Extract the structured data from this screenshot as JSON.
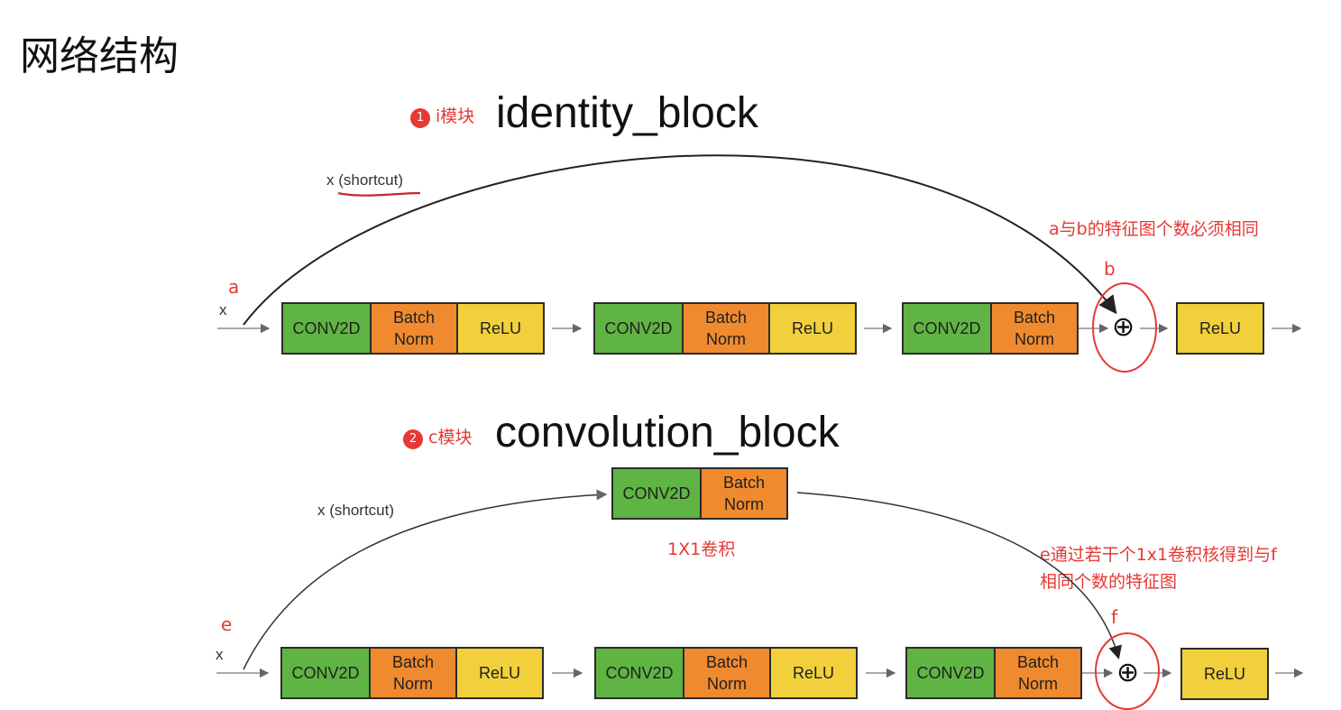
{
  "page_title": "网络结构",
  "identity": {
    "badge": "1",
    "tag": "i模块",
    "title": "identity_block",
    "shortcut_label": "x (shortcut)",
    "input_x": "x",
    "input_letter": "a",
    "note": "a与b的特征图个数必须相同",
    "sum_letter": "b"
  },
  "conv": {
    "badge": "2",
    "tag": "c模块",
    "title": "convolution_block",
    "shortcut_label": "x (shortcut)",
    "input_x": "x",
    "input_letter": "e",
    "shortcut_caption": "1X1卷积",
    "note_line1": "e通过若干个1x1卷积核得到与f",
    "note_line2": "相同个数的特征图",
    "sum_letter": "f"
  },
  "labels": {
    "conv2d": "CONV2D",
    "batch_norm": "Batch\nNorm",
    "relu": "ReLU",
    "plus": "⊕"
  },
  "colors": {
    "conv2d": "#5fb443",
    "batch_norm": "#f08a2e",
    "relu": "#f2d03b",
    "annotation": "#e53935"
  }
}
